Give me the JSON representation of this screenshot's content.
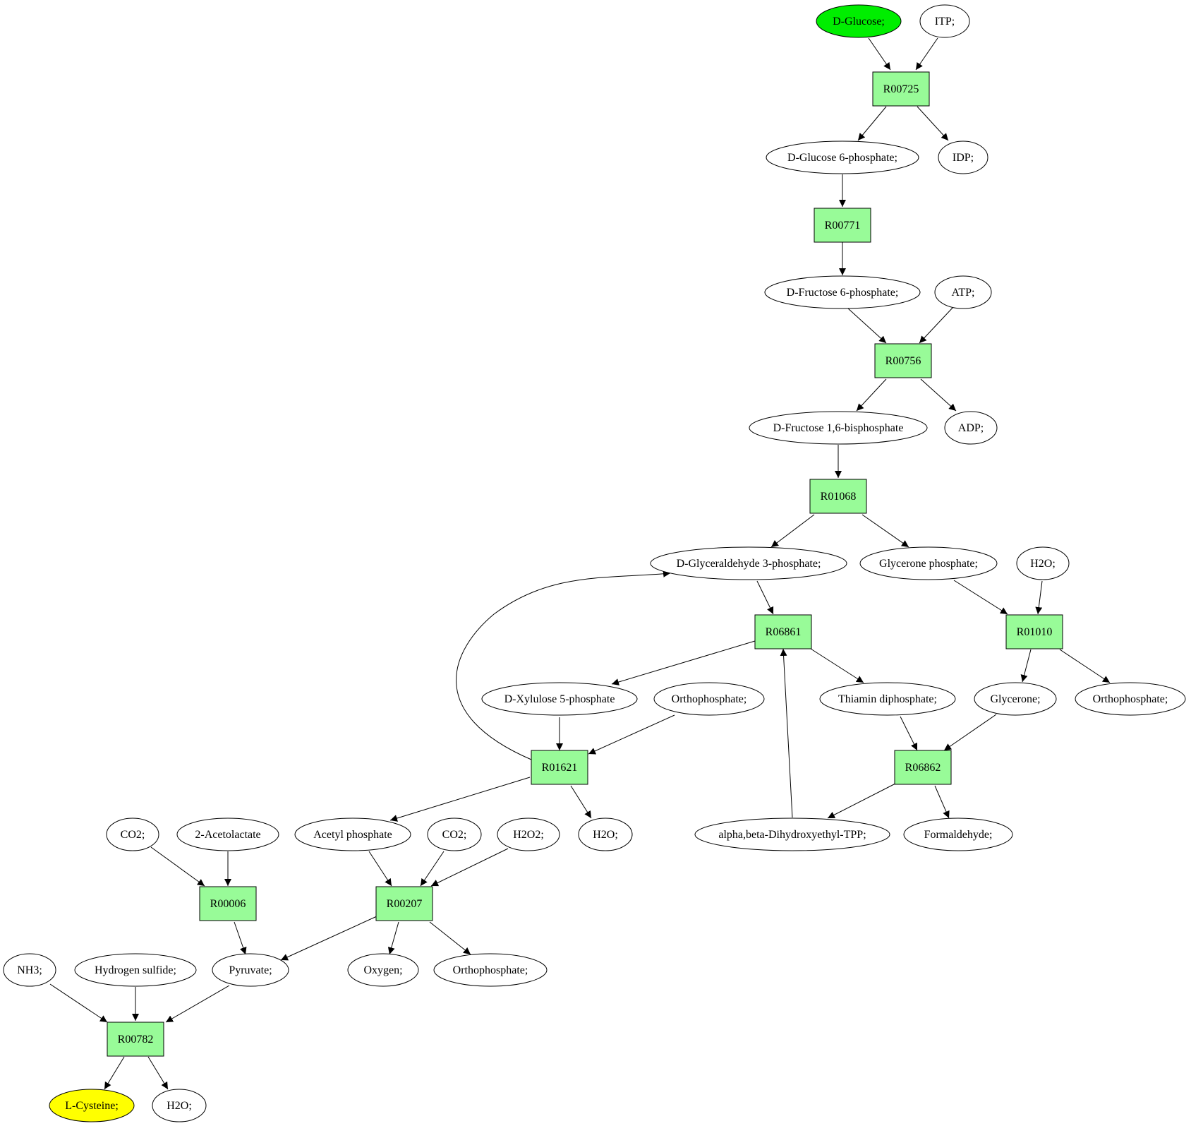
{
  "compounds": {
    "glucose": "D-Glucose;",
    "itp": "ITP;",
    "g6p": "D-Glucose 6-phosphate;",
    "idp": "IDP;",
    "f6p": "D-Fructose 6-phosphate;",
    "atp": "ATP;",
    "fbp": "D-Fructose 1,6-bisphosphate",
    "adp": "ADP;",
    "g3p": "D-Glyceraldehyde 3-phosphate;",
    "dhap": "Glycerone phosphate;",
    "h2o_a": "H2O;",
    "x5p": "D-Xylulose 5-phosphate",
    "pi_a": "Orthophosphate;",
    "tpp": "Thiamin diphosphate;",
    "glycerone": "Glycerone;",
    "pi_b": "Orthophosphate;",
    "co2_a": "CO2;",
    "acetolactate": "2-Acetolactate",
    "acetylp": "Acetyl phosphate",
    "co2_b": "CO2;",
    "h2o2": "H2O2;",
    "h2o_b": "H2O;",
    "dhe_tpp": "alpha,beta-Dihydroxyethyl-TPP;",
    "formaldehyde": "Formaldehyde;",
    "nh3": "NH3;",
    "h2s": "Hydrogen sulfide;",
    "pyruvate": "Pyruvate;",
    "oxygen": "Oxygen;",
    "pi_c": "Orthophosphate;",
    "cysteine": "L-Cysteine;",
    "h2o_c": "H2O;"
  },
  "reactions": {
    "r00725": "R00725",
    "r00771": "R00771",
    "r00756": "R00756",
    "r01068": "R01068",
    "r06861": "R06861",
    "r01010": "R01010",
    "r01621": "R01621",
    "r06862": "R06862",
    "r00006": "R00006",
    "r00207": "R00207",
    "r00782": "R00782"
  },
  "colors": {
    "reaction_fill": "#98fb98",
    "source_fill": "#00ee00",
    "target_fill": "#ffff00",
    "compound_fill": "#ffffff",
    "stroke": "#000000"
  }
}
